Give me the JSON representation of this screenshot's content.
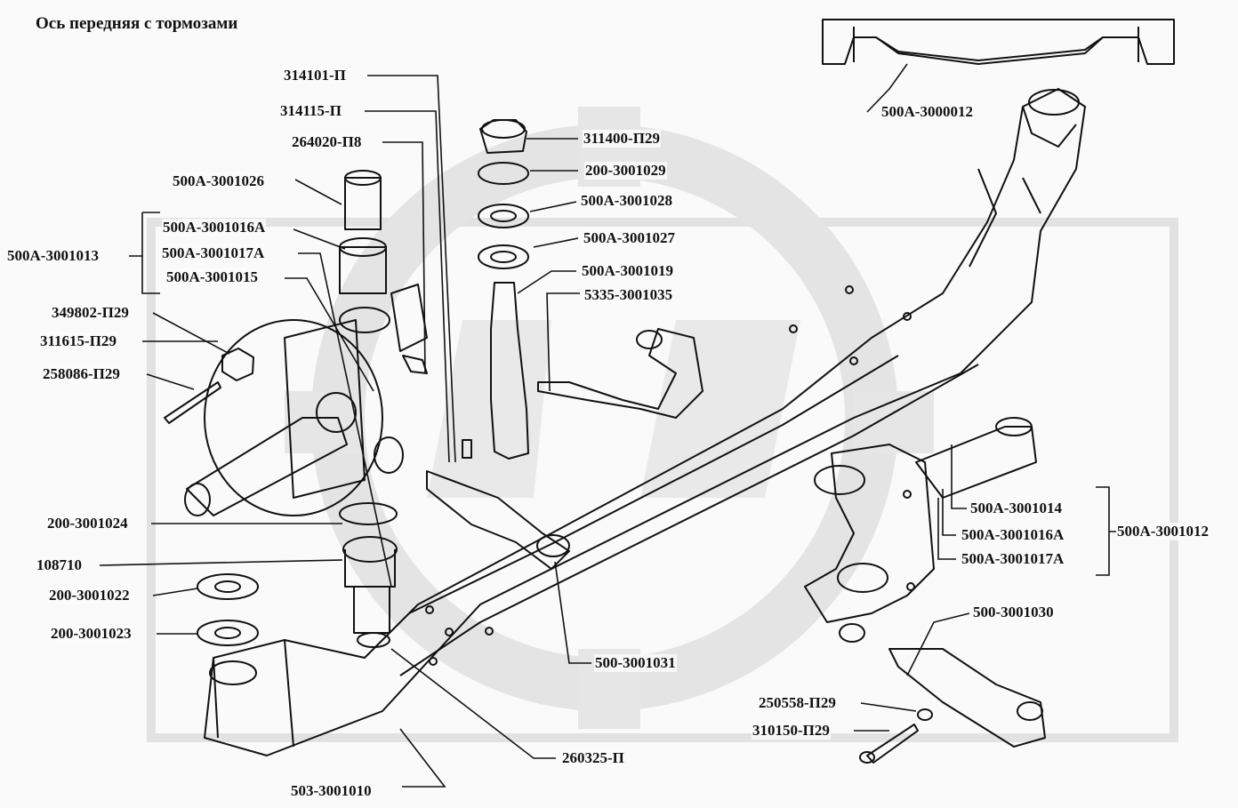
{
  "title": "Ось передняя с тормозами",
  "colors": {
    "ink": "#111111",
    "watermark": "#d7d7d7",
    "paper": "#fafafa"
  },
  "callouts": {
    "p314101": "314101-П",
    "p314115": "314115-П",
    "p264020": "264020-П8",
    "p500A_3001026": "500А-3001026",
    "p500A_3001016A_left": "500А-3001016А",
    "p500A_3001013": "500А-3001013",
    "p500A_3001017A_left": "500А-3001017А",
    "p500A_3001015": "500А-3001015",
    "p349802": "349802-П29",
    "p311615": "311615-П29",
    "p258086": "258086-П29",
    "p311400": "311400-П29",
    "p200_3001029": "200-3001029",
    "p500A_3001028": "500А-3001028",
    "p500A_3001027": "500А-3001027",
    "p500A_3001019": "500А-3001019",
    "p5335_3001035": "5335-3001035",
    "p500A_3000012": "500А-3000012",
    "p500A_3001014": "500А-3001014",
    "p500A_3001016A_right": "500А-3001016А",
    "p500A_3001017A_right": "500А-3001017А",
    "p500A_3001012": "500А-3001012",
    "p200_3001024": "200-3001024",
    "p108710": "108710",
    "p200_3001022": "200-3001022",
    "p200_3001023": "200-3001023",
    "p500_3001031": "500-3001031",
    "p500_3001030": "500-3001030",
    "p250558": "250558-П29",
    "p310150": "310150-П29",
    "p260325": "260325-П",
    "p503_3001010": "503-3001010"
  }
}
